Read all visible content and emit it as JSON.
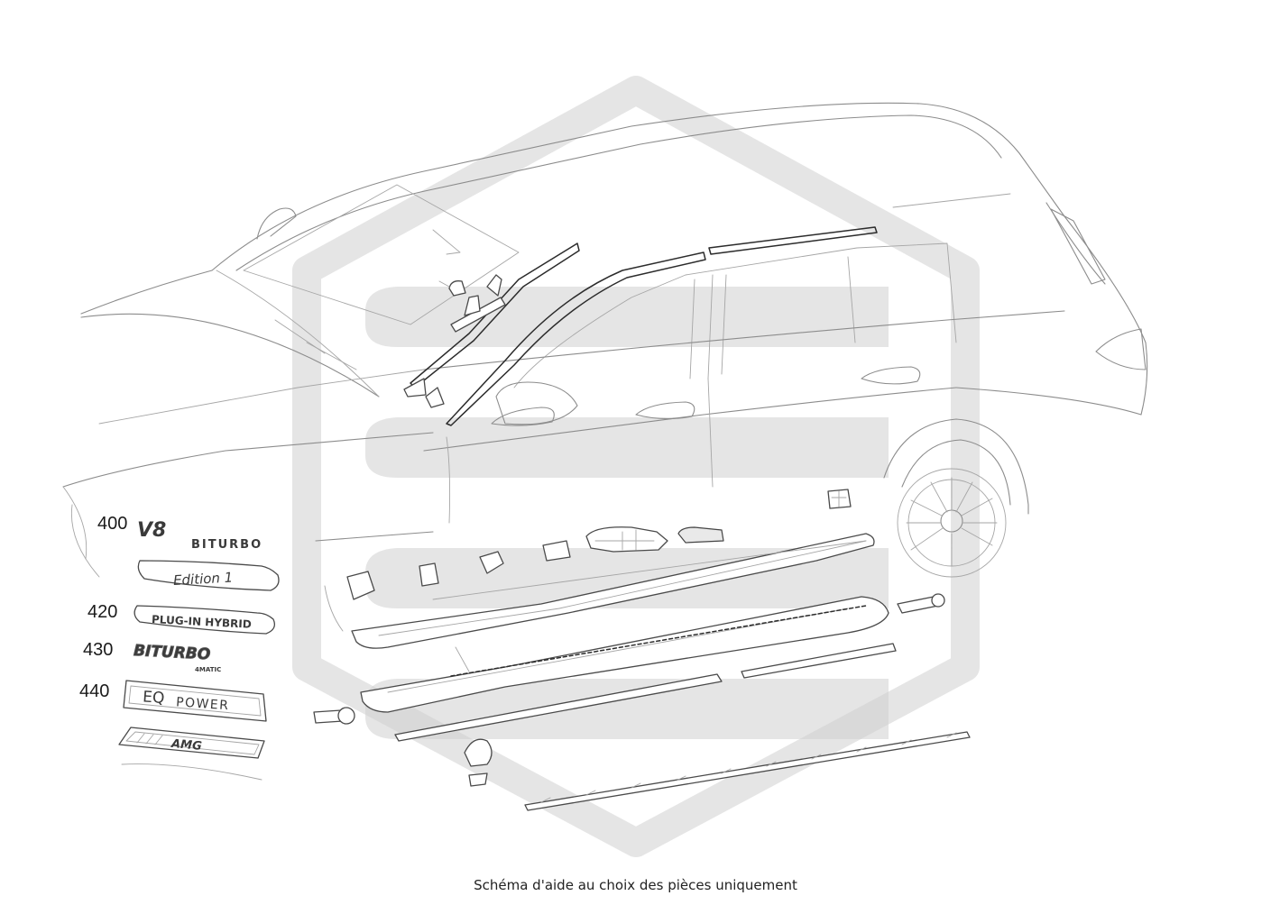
{
  "caption": "Schéma d'aide au choix des pièces uniquement",
  "callouts": [
    "400",
    "420",
    "430",
    "440"
  ],
  "emblems": {
    "v8": {
      "main": "V8",
      "sub": "BITURBO"
    },
    "edition": "Edition 1",
    "plugin": "PLUG-IN HYBRID",
    "biturbo": {
      "main": "BITURBO",
      "sub": "4MATIC"
    },
    "eq": {
      "main": "EQ",
      "sub": "POWER"
    },
    "amg": "AMG"
  },
  "colors": {
    "emblem_blue": "#7f93ab",
    "watermark": "#d0d0d0"
  }
}
